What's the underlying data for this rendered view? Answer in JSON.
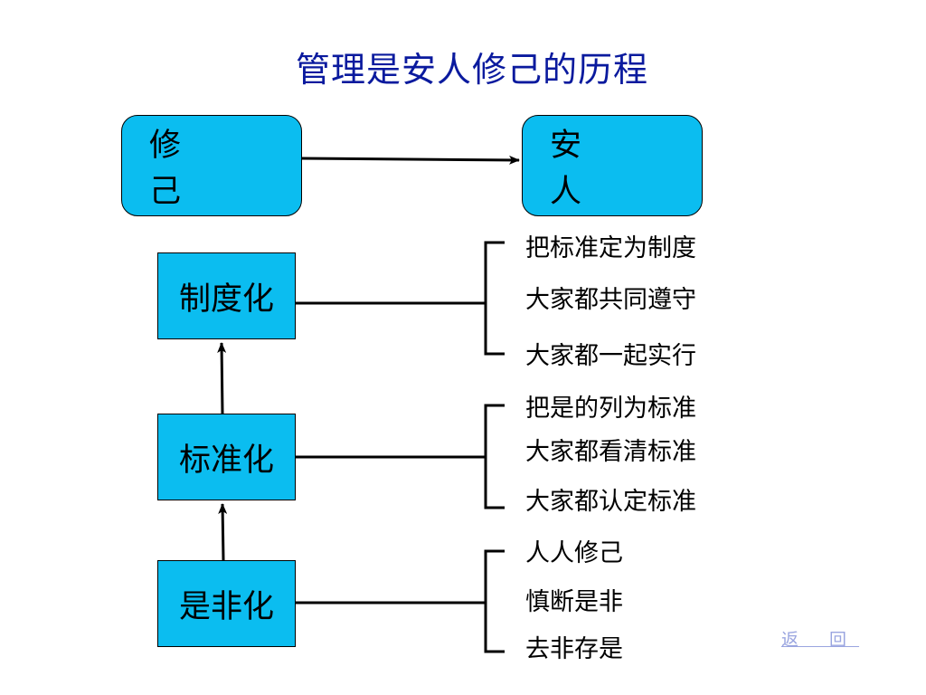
{
  "title": "管理是安人修己的历程",
  "top": {
    "left": "修 己",
    "right": "安 人"
  },
  "stages": [
    {
      "label": "制度化",
      "items": [
        "把标准定为制度",
        "大家都共同遵守",
        "大家都一起实行"
      ]
    },
    {
      "label": "标准化",
      "items": [
        "把是的列为标准",
        "大家都看清标准",
        "大家都认定标准"
      ]
    },
    {
      "label": "是非化",
      "items": [
        "人人修己",
        "慎断是非",
        "去非存是"
      ]
    }
  ],
  "back_link": "返 回",
  "colors": {
    "box_fill": "#0bbdf0",
    "title": "#0a1a9e",
    "link": "#9aa5e0"
  }
}
